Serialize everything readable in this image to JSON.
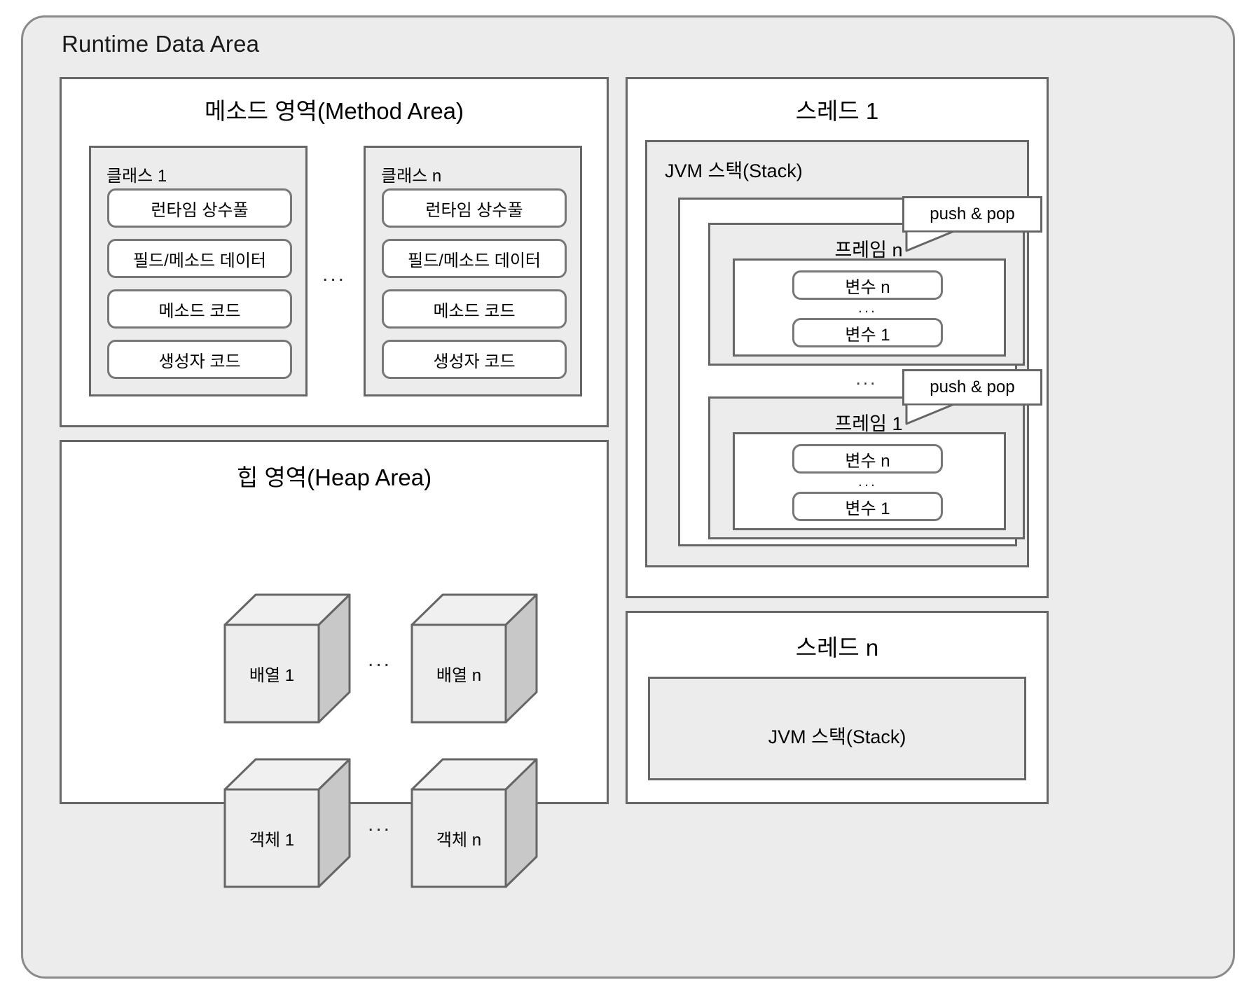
{
  "diagram": {
    "title": "Runtime Data Area",
    "ellipsis": "...",
    "method_area": {
      "title": "메소드 영역(Method Area)",
      "between_classes": "...",
      "classes": [
        {
          "label": "클래스 1",
          "items": [
            "런타임 상수풀",
            "필드/메소드 데이터",
            "메소드 코드",
            "생성자 코드"
          ]
        },
        {
          "label": "클래스 n",
          "items": [
            "런타임 상수풀",
            "필드/메소드 데이터",
            "메소드 코드",
            "생성자 코드"
          ]
        }
      ]
    },
    "heap_area": {
      "title": "힙 영역(Heap Area)",
      "row_ellipsis": "...",
      "objects": [
        {
          "label": "배열 1",
          "kind": "array"
        },
        {
          "label": "배열 n",
          "kind": "array"
        },
        {
          "label": "객체 1",
          "kind": "object"
        },
        {
          "label": "객체 n",
          "kind": "object"
        }
      ]
    },
    "thread_1": {
      "title": "스레드 1",
      "stack_label": "JVM 스택(Stack)",
      "between_frames": "...",
      "frames": [
        {
          "label": "프레임 n",
          "vars_top": "변수 n",
          "vars_ellipsis": "...",
          "vars_bottom": "변수 1",
          "callout": "push & pop"
        },
        {
          "label": "프레임 1",
          "vars_top": "변수 n",
          "vars_ellipsis": "...",
          "vars_bottom": "변수 1",
          "callout": "push & pop"
        }
      ]
    },
    "thread_n": {
      "title": "스레드 n",
      "stack_label": "JVM 스택(Stack)"
    }
  },
  "colors": {
    "shell_fill": "#ececec",
    "panel_fill": "#ffffff",
    "group_fill": "#ececec",
    "stroke": "#666666",
    "cube_front": "#ededed",
    "cube_top": "#f0f0f0",
    "cube_side": "#c8c8c8"
  }
}
